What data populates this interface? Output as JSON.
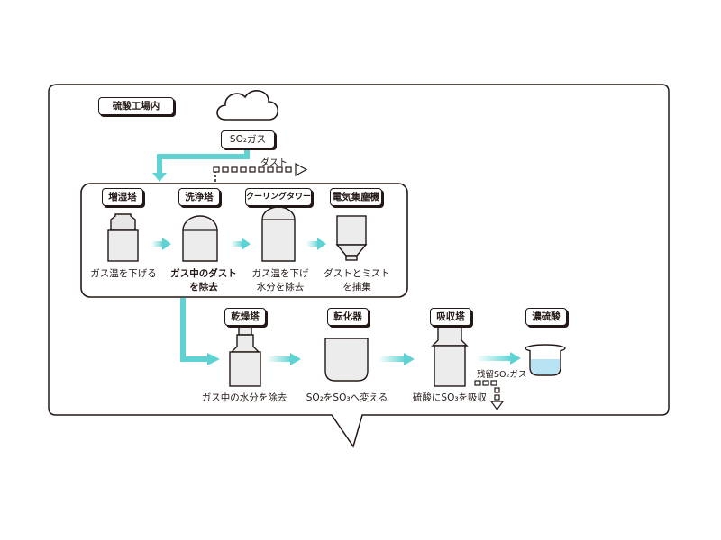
{
  "title": "硫酸工場内",
  "gas_in": "SO₂ガス",
  "dust_out": "ダスト",
  "stage1": {
    "units": [
      {
        "name": "増湿塔",
        "caption": "ガス温を下げる"
      },
      {
        "name": "洗浄塔",
        "caption": "ガス中のダストを除去"
      },
      {
        "name": "クーリングタワー",
        "caption": "ガス温を下げ水分を除去"
      },
      {
        "name": "電気集塵機",
        "caption": "ダストとミストを捕集"
      }
    ]
  },
  "stage2": {
    "units": [
      {
        "name": "乾燥塔",
        "caption": "ガス中の水分を除去"
      },
      {
        "name": "転化器",
        "caption": "SO₂をSO₃へ変える"
      },
      {
        "name": "吸収塔",
        "caption": "硫酸にSO₃を吸収"
      },
      {
        "name": "濃硫酸",
        "caption": ""
      }
    ]
  },
  "residual_gas": "残留SO₂ガス",
  "colors": {
    "flow_arrow": "#5fd3d3",
    "outline": "#231815",
    "tank": "#ececec",
    "acid": "#b7e3f3"
  }
}
